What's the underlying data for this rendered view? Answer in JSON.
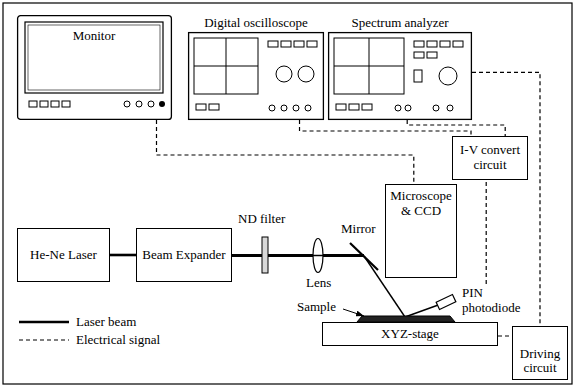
{
  "diagram": {
    "nodes": [
      {
        "text": [
          "Monitor"
        ]
      },
      {
        "text": [
          "Digital oscilloscope"
        ]
      },
      {
        "text": [
          "Spectrum analyzer"
        ]
      },
      {
        "text": [
          "I-V convert circuit"
        ]
      },
      {
        "text": [
          "He-Ne Laser"
        ]
      },
      {
        "text": [
          "Beam Expander"
        ]
      },
      {
        "text": [
          "Microscope & CCD"
        ]
      },
      {
        "text": [
          "PIN photodiode"
        ]
      },
      {
        "text": [
          "XYZ-stage"
        ]
      },
      {
        "text": [
          "Driving circuit"
        ]
      }
    ],
    "edges": [
      {
        "from": 0,
        "to": 6,
        "arrow": "none"
      },
      {
        "from": 1,
        "to": 3,
        "arrow": "none"
      },
      {
        "from": 2,
        "to": 3,
        "arrow": "none"
      },
      {
        "from": 2,
        "to": 9,
        "arrow": "none"
      },
      {
        "from": 4,
        "to": 5,
        "arrow": "none"
      },
      {
        "from": 7,
        "to": 3,
        "arrow": "none"
      },
      {
        "from": 8,
        "to": 9,
        "arrow": "none"
      }
    ],
    "labels": [
      "ND filter",
      "Lens",
      "Mirror",
      "Sample"
    ],
    "legend": [
      {
        "text": "Laser beam"
      },
      {
        "text": "Electrical signal"
      }
    ]
  }
}
